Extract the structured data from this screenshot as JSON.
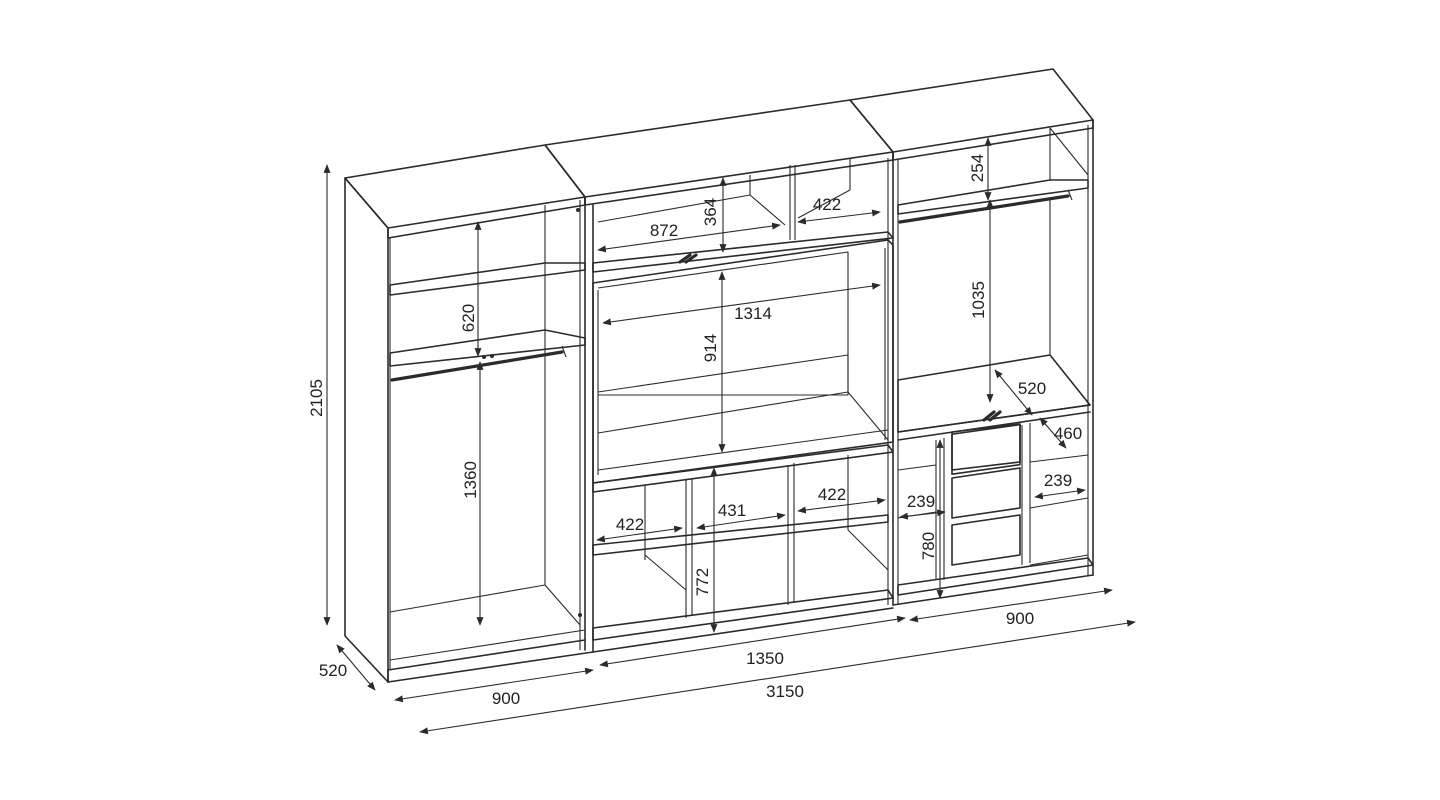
{
  "dimensions": {
    "total_height": "2105",
    "depth": "520",
    "left_width": "900",
    "total_width": "3150",
    "middle_width": "1350",
    "right_width": "900",
    "left_top_shelf_gap": "620",
    "left_hanging_height": "1360",
    "mid_top_width": "872",
    "mid_top_height": "364",
    "mid_top_right_width": "422",
    "tv_width": "1314",
    "tv_height": "914",
    "mid_shelf_left": "422",
    "mid_shelf_center": "431",
    "mid_shelf_right": "422",
    "mid_lower_height": "772",
    "right_top_gap": "254",
    "right_hanging_height": "1035",
    "right_shelf_depth": "520",
    "drawer_depth": "460",
    "right_side_shelf_left": "239",
    "right_side_shelf_right": "239",
    "right_lower_height": "780"
  }
}
